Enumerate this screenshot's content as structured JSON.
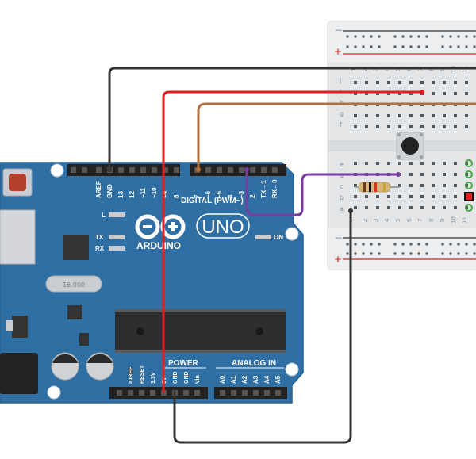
{
  "board": {
    "brand": "ARDUINO",
    "model": "UNO",
    "header_digital": "DIGITAL (PWM~)",
    "header_power": "POWER",
    "header_analog": "ANALOG IN",
    "led_l": "L",
    "led_tx": "TX",
    "led_rx": "RX",
    "led_on": "ON",
    "crystal": "16.000",
    "top_pins": [
      "AREF",
      "GND",
      "13",
      "12",
      "~11",
      "~10",
      "~9",
      "8",
      "7",
      "~6",
      "~5",
      "4",
      "~3",
      "2",
      "TX→1",
      "RX←0"
    ],
    "power_pins": [
      "IOREF",
      "RESET",
      "3.3V",
      "5V",
      "GND",
      "GND",
      "Vin"
    ],
    "analog_pins": [
      "A0",
      "A1",
      "A2",
      "A3",
      "A4",
      "A5"
    ]
  },
  "breadboard": {
    "rail_minus": "−",
    "rail_plus": "+",
    "rows_top": [
      "j",
      "i",
      "h",
      "g",
      "f"
    ],
    "rows_bottom": [
      "e",
      "d",
      "c",
      "b",
      "a"
    ],
    "columns": [
      "1",
      "2",
      "3",
      "4",
      "5",
      "6",
      "7",
      "8",
      "9",
      "10",
      "11"
    ]
  },
  "colors": {
    "board": "#2f6fa4",
    "wire_black": "#333333",
    "wire_red": "#e0201e",
    "wire_brown": "#b3703d",
    "wire_purple": "#7a3ea0",
    "breadboard": "#e6e8ea"
  }
}
